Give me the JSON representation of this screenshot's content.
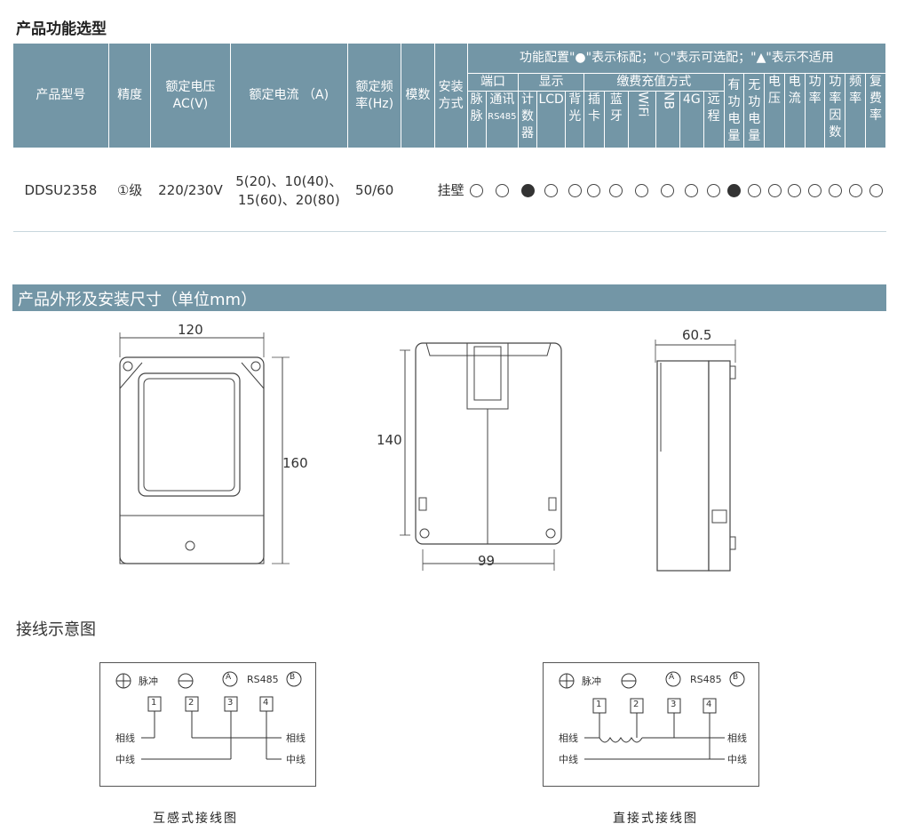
{
  "section1_title": "产品功能选型",
  "table": {
    "headers": {
      "model": "产品型号",
      "accuracy": "精度",
      "voltage_l1": "额定电压",
      "voltage_l2": "AC(V)",
      "current": "额定电流 （A)",
      "freq_l1": "额定频",
      "freq_l2": "率(Hz)",
      "modules": "模数",
      "install_l1": "安装",
      "install_l2": "方式",
      "legend": "功能配置\"●\"表示标配；\"○\"表示可选配；\"▲\"表示不适用",
      "port": "端口",
      "display": "显示",
      "payment": "缴费充值方式",
      "pulse": "脉脉",
      "comm_l1": "通讯",
      "comm_l2": "RS485",
      "counter": "计数器",
      "lcd": "LCD",
      "backlight": "背光",
      "card": "插卡",
      "bluetooth": "蓝牙",
      "wifi": "WiFi",
      "nb": "NB",
      "g4": "4G",
      "remote": "远程",
      "active": "有功电量",
      "reactive": "无功电量",
      "voltage": "电压",
      "current2": "电流",
      "power": "功率",
      "pf": "功率因数",
      "frequency": "频率",
      "tariff": "复费率"
    },
    "row": {
      "model": "DDSU2358",
      "accuracy": "①级",
      "voltage": "220/230V",
      "current_l1": "5(20)、10(40)、",
      "current_l2": "15(60)、20(80)",
      "freq": "50/60",
      "modules": "",
      "install": "挂壁",
      "marks": [
        "○",
        "○",
        "●",
        "○",
        "○",
        "○",
        "○",
        "○",
        "○",
        "○",
        "○",
        "●",
        "○",
        "○",
        "○",
        "○",
        "○",
        "○",
        "○"
      ]
    }
  },
  "section2_title": "产品外形及安装尺寸（单位mm）",
  "dims": {
    "w1": "120",
    "h1": "160",
    "h2": "140",
    "w2": "99",
    "d": "60.5"
  },
  "section3_title": "接线示意图",
  "wiring": {
    "pulse": "脉冲",
    "rs485": "RS485",
    "a": "A",
    "b": "B",
    "t1": "1",
    "t2": "2",
    "t3": "3",
    "t4": "4",
    "phase": "相线",
    "neutral": "中线",
    "caption_ct": "互感式接线图",
    "caption_direct": "直接式接线图"
  }
}
